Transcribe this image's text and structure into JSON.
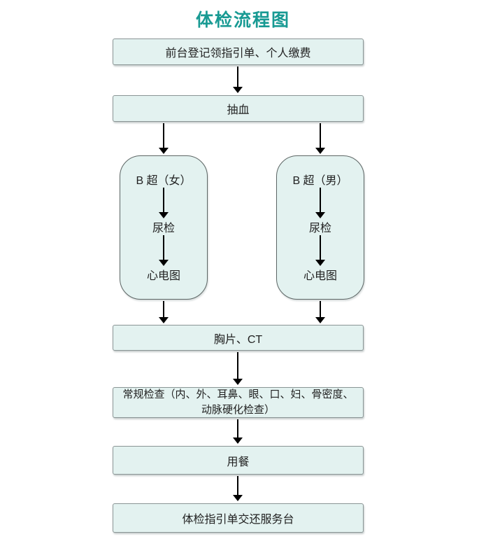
{
  "title": "体检流程图",
  "colors": {
    "title": "#189a93",
    "box_fill": "#e3f2f0",
    "box_border": "#8a9595",
    "arrow": "#000000"
  },
  "steps": {
    "registration": "前台登记领指引单、个人缴费",
    "blood_draw": "抽血",
    "chest_ct": "胸片、CT",
    "routine_exam": "常规检查（内、外、耳鼻、眼、口、妇、骨密度、动脉硬化检查）",
    "meal": "用餐",
    "return_sheet": "体检指引单交还服务台"
  },
  "branches": {
    "female": {
      "ultrasound": "B 超（女）",
      "urine": "尿检",
      "ecg": "心电图"
    },
    "male": {
      "ultrasound": "B 超（男）",
      "urine": "尿检",
      "ecg": "心电图"
    }
  }
}
